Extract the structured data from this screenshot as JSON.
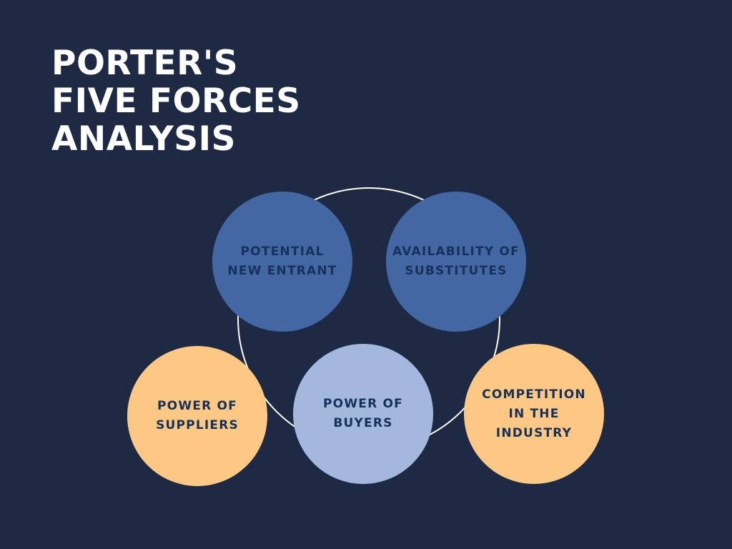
{
  "title": {
    "lines": [
      "PORTER'S",
      "FIVE FORCES",
      "ANALYSIS"
    ]
  },
  "colors": {
    "background": "#1e2a44",
    "blue_dark": "#4367a2",
    "blue_light": "#a3b8dc",
    "orange": "#fdc883",
    "label_text": "#16325a",
    "ring": "#ffffff",
    "title_text": "#ffffff"
  },
  "forces": [
    {
      "lines": [
        "POTENTIAL",
        "NEW ENTRANT"
      ],
      "color": "#4367a2"
    },
    {
      "lines": [
        "AVAILABILITY OF",
        "SUBSTITUTES"
      ],
      "color": "#4367a2"
    },
    {
      "lines": [
        "POWER OF",
        "SUPPLIERS"
      ],
      "color": "#fdc883"
    },
    {
      "lines": [
        "POWER OF",
        "BUYERS"
      ],
      "color": "#a3b8dc"
    },
    {
      "lines": [
        "COMPETITION",
        "IN THE",
        "INDUSTRY"
      ],
      "color": "#fdc883"
    }
  ]
}
